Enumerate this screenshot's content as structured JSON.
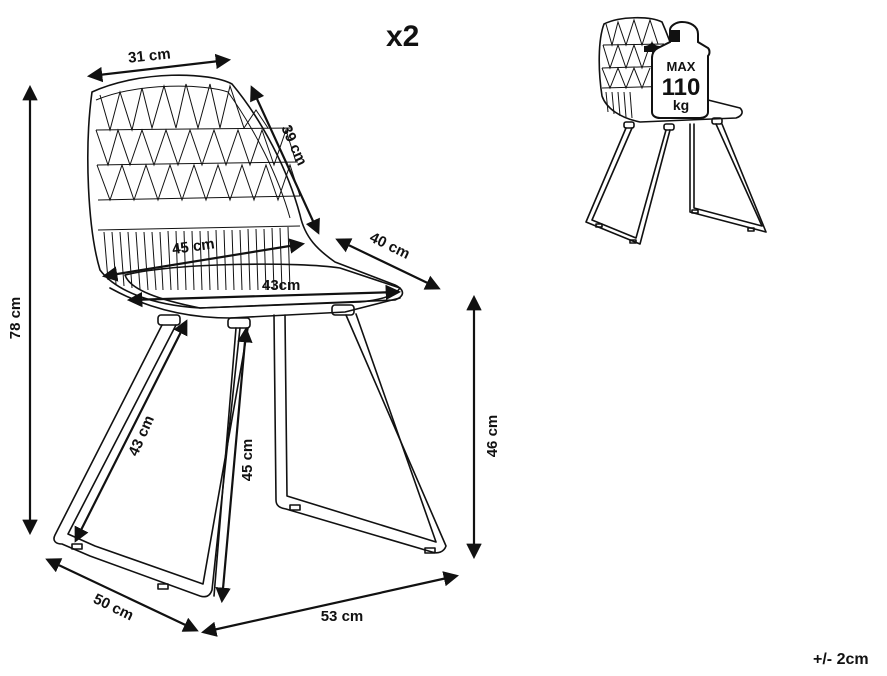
{
  "diagram": {
    "quantity_label": "x2",
    "tolerance_label": "+/- 2cm",
    "dimensions": {
      "back_width": "31 cm",
      "back_height": "39 cm",
      "seat_width_back": "45 cm",
      "seat_depth": "40 cm",
      "seat_width_front": "43cm",
      "total_height": "78 cm",
      "seat_height": "46 cm",
      "leg_length_front": "43 cm",
      "leg_length_side": "45 cm",
      "base_depth": "50 cm",
      "base_width": "53 cm"
    },
    "weight_badge": {
      "line1": "MAX",
      "line2": "110",
      "line3": "kg"
    }
  }
}
